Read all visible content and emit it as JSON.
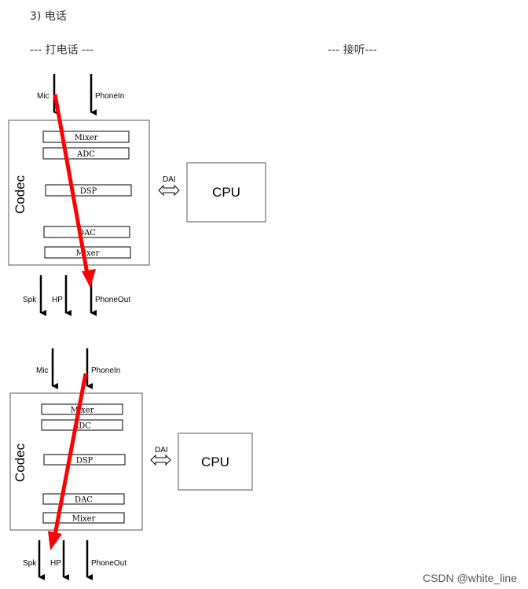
{
  "header": {
    "section_title": "3) 电话",
    "caption_call": "--- 打电话 ---",
    "caption_answer": "--- 接听---"
  },
  "diagrams": [
    {
      "inputs": {
        "mic": "Mic",
        "phone_in": "PhoneIn"
      },
      "codec_label": "Codec",
      "blocks": {
        "mixer_top": "Mixer",
        "adc": "ADC",
        "dsp": "DSP",
        "dac": "DAC",
        "mixer_bottom": "Mixer"
      },
      "dai_label": "DAI",
      "cpu_label": "CPU",
      "outputs": {
        "spk": "Spk",
        "hp": "HP",
        "phone_out": "PhoneOut"
      },
      "signal_path": "Mic → PhoneOut",
      "arrow_color": "#ff0000"
    },
    {
      "inputs": {
        "mic": "Mic",
        "phone_in": "PhoneIn"
      },
      "codec_label": "Codec",
      "blocks": {
        "mixer_top": "Mixer",
        "adc": "ADC",
        "dsp": "DSP",
        "dac": "DAC",
        "mixer_bottom": "Mixer"
      },
      "dai_label": "DAI",
      "cpu_label": "CPU",
      "outputs": {
        "spk": "Spk",
        "hp": "HP",
        "phone_out": "PhoneOut"
      },
      "signal_path": "PhoneIn → HP",
      "arrow_color": "#ff0000"
    }
  ],
  "watermark": "CSDN @white_line"
}
